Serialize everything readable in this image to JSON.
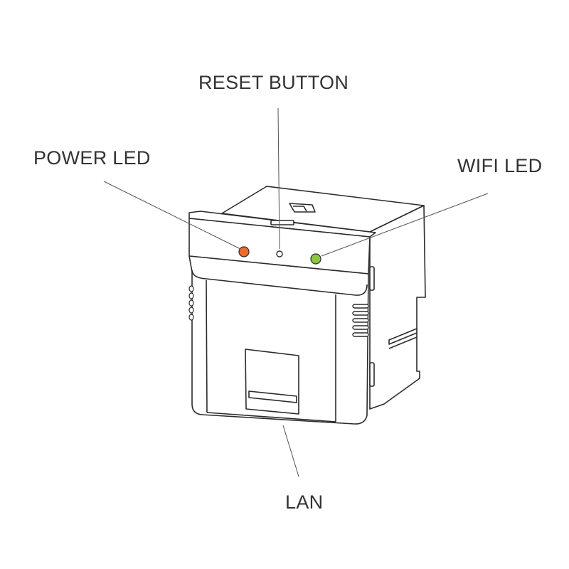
{
  "labels": {
    "reset": "RESET BUTTON",
    "power": "POWER LED",
    "wifi": "WIFI LED",
    "lan": "LAN"
  },
  "colors": {
    "power_led": "#f06a2a",
    "wifi_led": "#8cc63f",
    "outline": "#2b2b2b",
    "leader": "#555555"
  }
}
